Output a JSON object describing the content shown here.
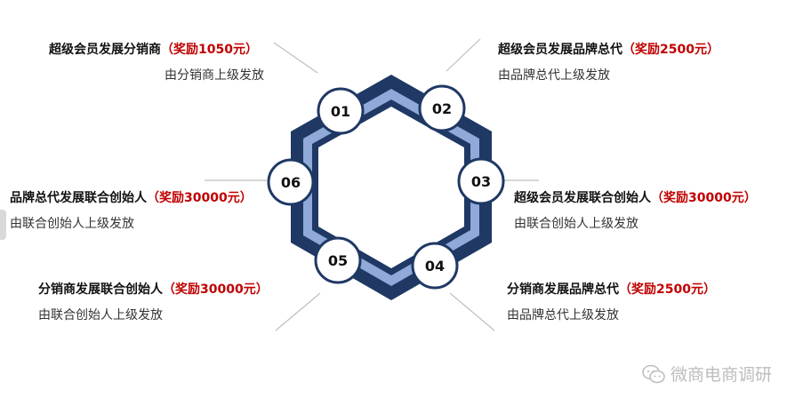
{
  "colors": {
    "hex_outer": "#1f3864",
    "hex_inner": "#8fa9d8",
    "reward": "#c00000",
    "connector": "#bfbfbf",
    "watermark": "#bdbdbd"
  },
  "nodes": [
    {
      "id": "01",
      "label": "01"
    },
    {
      "id": "02",
      "label": "02"
    },
    {
      "id": "03",
      "label": "03"
    },
    {
      "id": "04",
      "label": "04"
    },
    {
      "id": "05",
      "label": "05"
    },
    {
      "id": "06",
      "label": "06"
    }
  ],
  "items": {
    "n01": {
      "title": "超级会员发展分销商",
      "reward": "（奖励1050元）",
      "desc": "由分销商上级发放"
    },
    "n02": {
      "title": "超级会员发展品牌总代",
      "reward": "（奖励2500元）",
      "desc": "由品牌总代上级发放"
    },
    "n03": {
      "title": "超级会员发展联合创始人",
      "reward": "（奖励30000元）",
      "desc": "由联合创始人上级发放"
    },
    "n04": {
      "title": "分销商发展品牌总代",
      "reward": "（奖励2500元）",
      "desc": "由品牌总代上级发放"
    },
    "n05": {
      "title": "分销商发展联合创始人",
      "reward": "（奖励30000元）",
      "desc": "由联合创始人上级发放"
    },
    "n06": {
      "title": "品牌总代发展联合创始人",
      "reward": "（奖励30000元）",
      "desc": "由联合创始人上级发放"
    }
  },
  "watermark": {
    "text": "微商电商调研",
    "icon": "wechat-icon"
  }
}
